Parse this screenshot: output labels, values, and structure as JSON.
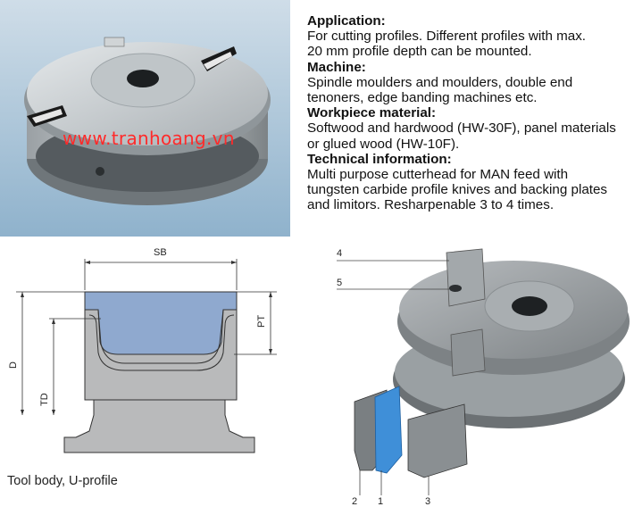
{
  "watermark": "www.tranhoang.vn",
  "sections": [
    {
      "heading": "Application:",
      "lines": [
        "For cutting profiles. Different profiles with max.",
        "20 mm profile depth can be mounted."
      ]
    },
    {
      "heading": "Machine:",
      "lines": [
        "Spindle moulders and moulders, double end",
        "tenoners, edge banding machines etc."
      ]
    },
    {
      "heading": "Workpiece material:",
      "lines": [
        "Softwood and hardwood (HW-30F), panel materials",
        "or glued wood (HW-10F)."
      ]
    },
    {
      "heading": "Technical information:",
      "lines": [
        "Multi purpose cutterhead for MAN feed with",
        "tungsten carbide profile knives and backing plates",
        "and limitors. Resharpenable 3 to 4 times."
      ]
    }
  ],
  "diagram": {
    "sb": "SB",
    "pt": "PT",
    "d": "D",
    "td": "TD",
    "caption": "Tool body, U-profile"
  },
  "parts": {
    "p1": "1",
    "p2": "2",
    "p3": "3",
    "p4": "4",
    "p5": "5"
  }
}
